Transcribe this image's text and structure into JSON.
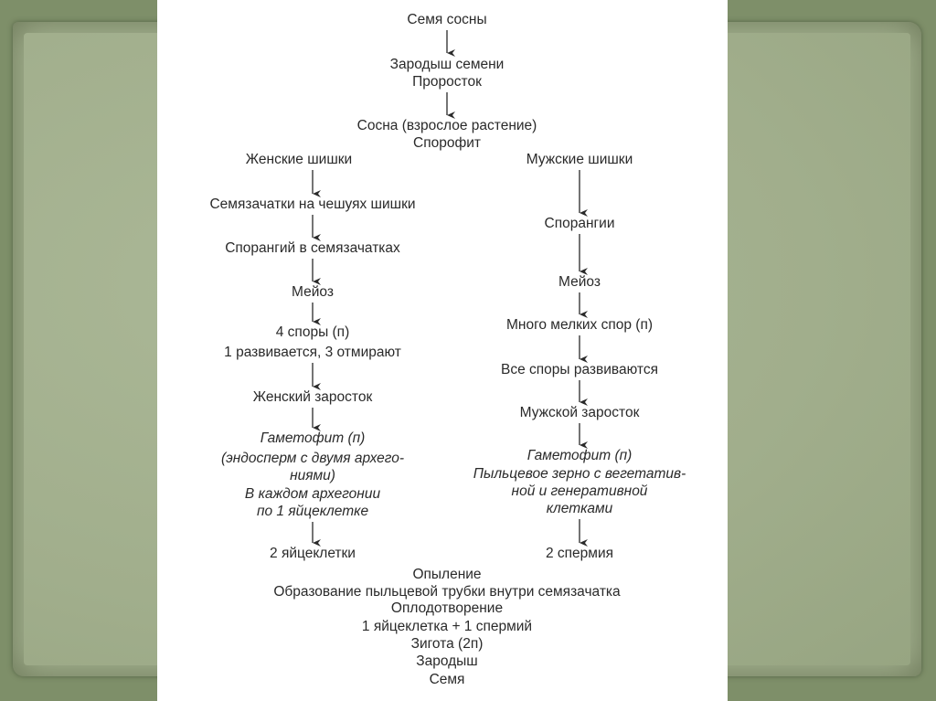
{
  "top": {
    "seed": "Семя сосны",
    "embryo": "Зародыш семени",
    "sprout": "Проросток",
    "pine": "Сосна (взрослое растение)",
    "sporophyte": "Спорофит"
  },
  "female": {
    "cones": "Женские шишки",
    "ovules": "Семязачатки на чешуях шишки",
    "sporangium": "Спорангий в семязачатках",
    "meiosis": "Мейоз",
    "spores": "4 споры (п)",
    "spores_fate": "1 развивается, 3 отмирают",
    "prothallus": "Женский заросток",
    "gametophyte": "Гаметофит (п)",
    "endosperm_1": "(эндосперм с двумя архего-",
    "endosperm_2": "ниями)",
    "archegonia_1": "В каждом архегонии",
    "archegonia_2": "по 1 яйцеклетке",
    "eggs": "2 яйцеклетки"
  },
  "male": {
    "cones": "Мужские шишки",
    "sporangia": "Спорангии",
    "meiosis": "Мейоз",
    "spores": "Много мелких спор (п)",
    "spores_fate": "Все споры развиваются",
    "prothallus": "Мужской заросток",
    "gametophyte": "Гаметофит (п)",
    "pollen_1": "Пыльцевое зерно с вегетатив-",
    "pollen_2": "ной и генеративной",
    "pollen_3": "клетками",
    "sperm": "2 спермия"
  },
  "bottom": {
    "pollination": "Опыление",
    "tube": "Образование пыльцевой трубки внутри семязачатка",
    "fertilization": "Оплодотворение",
    "fusion": "1 яйцеклетка + 1 спермий",
    "zygote": "Зигота (2п)",
    "embryo": "Зародыш",
    "seed": "Семя"
  }
}
